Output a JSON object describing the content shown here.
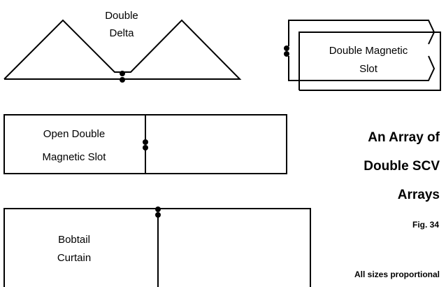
{
  "colors": {
    "line": "#000000",
    "background": "#ffffff"
  },
  "double_delta": {
    "line1": "Double",
    "line2": "Delta"
  },
  "double_magnetic_slot": {
    "line1": "Double Magnetic",
    "line2": "Slot"
  },
  "open_double_magnetic_slot": {
    "line1": "Open Double",
    "line2": "Magnetic Slot"
  },
  "bobtail_curtain": {
    "line1": "Bobtail",
    "line2": "Curtain"
  },
  "title": {
    "line1": "An Array of",
    "line2": "Double SCV",
    "line3": "Arrays"
  },
  "figure_label": "Fig. 34",
  "footnote": "All sizes proportional"
}
